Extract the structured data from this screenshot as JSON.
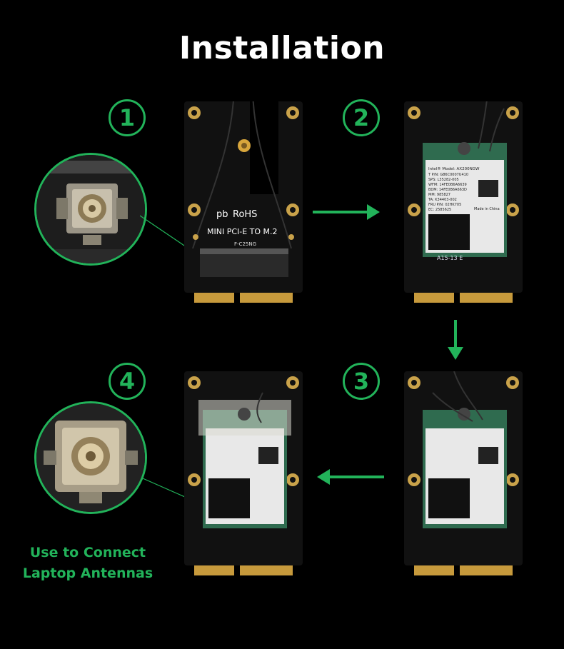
{
  "title": "Installation",
  "steps": [
    "1",
    "2",
    "3",
    "4"
  ],
  "adapter": {
    "brand": "pb",
    "rohs": "RoHS",
    "model": "MINI PCI-E TO M.2",
    "code": "F-C25NG"
  },
  "wifi_module": {
    "line1": "Intel® Model: AX200NGW",
    "line2": "T P/N: G86C0007U410",
    "line3": "SPS: L35282-005",
    "line4": "WFM: 14FE0B6A6639",
    "line5": "BDM: 14FE0B6A663D",
    "line6": "MM: 985827",
    "line7": "TA: K34403-002",
    "line8": "FRU P/N: 02HK705",
    "line9": "EC: 2585625",
    "made": "Made in China",
    "key": "A15-13 E"
  },
  "caption": [
    "Use to Connect",
    "Laptop Antennas"
  ],
  "colors": {
    "accent": "#22b35a",
    "pcb": "#111111",
    "gold": "#c9a24a",
    "module": "#2f6b4f"
  }
}
